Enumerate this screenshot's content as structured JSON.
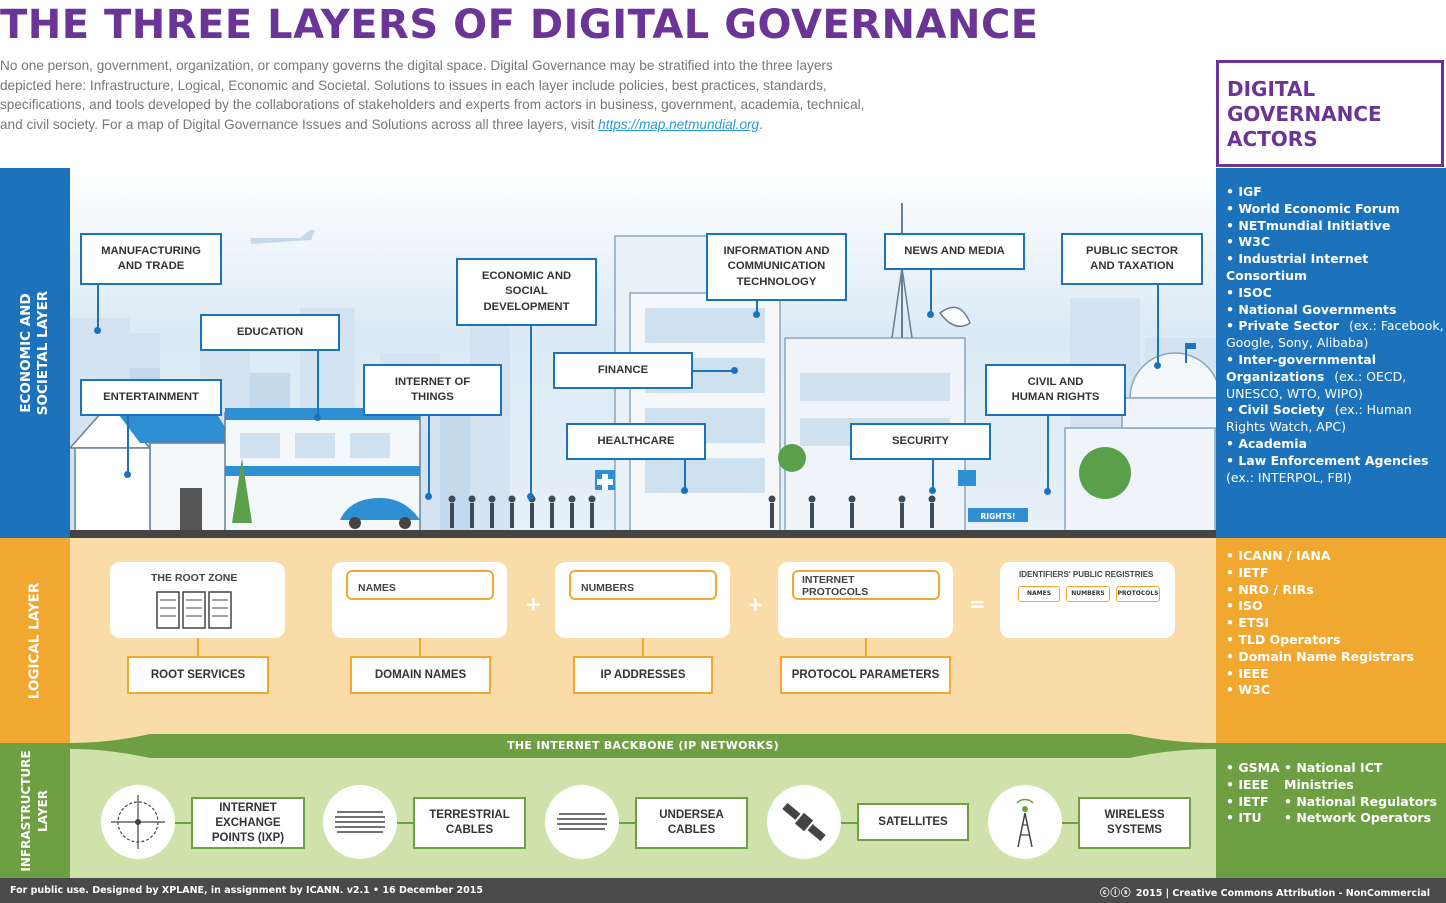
{
  "header": {
    "title": "THE THREE LAYERS OF DIGITAL GOVERNANCE",
    "intro": "No one person, government, organization, or company governs the digital space. Digital Governance may be stratified into the three layers depicted here: Infrastructure, Logical, Economic and Societal. Solutions to issues in each layer include policies, best practices, standards, specifications, and tools developed by the collaborations of stakeholders and experts from actors in business, government, academia, technical, and civil society. For a map of Digital Governance Issues and Solutions across all three layers, visit",
    "link": "https://map.netmundial.org",
    "link_suffix": "."
  },
  "actors_heading": [
    "DIGITAL",
    "GOVERNANCE",
    "ACTORS"
  ],
  "layers": {
    "economic": "ECONOMIC AND\nSOCIETAL LAYER",
    "logical": "LOGICAL LAYER",
    "infrastructure": "INFRASTRUCTURE\nLAYER"
  },
  "economic_boxes": [
    {
      "id": "manufacturing",
      "label": "MANUFACTURING\nAND TRADE"
    },
    {
      "id": "education",
      "label": "EDUCATION"
    },
    {
      "id": "entertainment",
      "label": "ENTERTAINMENT"
    },
    {
      "id": "iot",
      "label": "INTERNET OF\nTHINGS"
    },
    {
      "id": "econ-social",
      "label": "ECONOMIC AND\nSOCIAL\nDEVELOPMENT"
    },
    {
      "id": "finance",
      "label": "FINANCE"
    },
    {
      "id": "healthcare",
      "label": "HEALTHCARE"
    },
    {
      "id": "ict",
      "label": "INFORMATION AND\nCOMMUNICATION\nTECHNOLOGY"
    },
    {
      "id": "news",
      "label": "NEWS AND MEDIA"
    },
    {
      "id": "security",
      "label": "SECURITY"
    },
    {
      "id": "civil",
      "label": "CIVIL AND\nHUMAN RIGHTS"
    },
    {
      "id": "public-sector",
      "label": "PUBLIC SECTOR\nAND TAXATION"
    }
  ],
  "illustration_text": {
    "rights_sign": "RIGHTS!"
  },
  "economic_actors": [
    {
      "name": "IGF"
    },
    {
      "name": "World Economic Forum"
    },
    {
      "name": "NETmundial Initiative"
    },
    {
      "name": "W3C"
    },
    {
      "name": "Industrial Internet Consortium"
    },
    {
      "name": "ISOC"
    },
    {
      "name": "National Governments"
    },
    {
      "name": "Private Sector",
      "note": "(ex.: Facebook, Google, Sony, Alibaba)"
    },
    {
      "name": "Inter-governmental Organizations",
      "note": "(ex.: OECD, UNESCO, WTO, WIPO)"
    },
    {
      "name": "Civil Society",
      "note": "(ex.: Human Rights Watch, APC)"
    },
    {
      "name": "Academia"
    },
    {
      "name": "Law Enforcement Agencies",
      "note": "(ex.: INTERPOL, FBI)"
    }
  ],
  "logical_cards": [
    {
      "id": "root-zone",
      "caption": "THE ROOT ZONE"
    },
    {
      "id": "names",
      "caption": "NAMES"
    },
    {
      "id": "numbers",
      "caption": "NUMBERS"
    },
    {
      "id": "protocols",
      "caption": "INTERNET\nPROTOCOLS"
    },
    {
      "id": "registries",
      "caption": "IDENTIFIERS' PUBLIC REGISTRIES",
      "sub": [
        "NAMES",
        "NUMBERS",
        "PROTOCOLS"
      ]
    }
  ],
  "logical_operators": [
    "+",
    "+",
    "="
  ],
  "logical_boxes": [
    {
      "id": "root-services",
      "label": "ROOT SERVICES"
    },
    {
      "id": "domain-names",
      "label": "DOMAIN NAMES"
    },
    {
      "id": "ip-addresses",
      "label": "IP ADDRESSES"
    },
    {
      "id": "protocol-params",
      "label": "PROTOCOL PARAMETERS"
    }
  ],
  "logical_actors": [
    "ICANN / IANA",
    "IETF",
    "NRO / RIRs",
    "ISO",
    "ETSI",
    "TLD Operators",
    "Domain Name Registrars",
    "IEEE",
    "W3C"
  ],
  "backbone": "THE INTERNET BACKBONE (IP NETWORKS)",
  "infra_boxes": [
    {
      "id": "ixp",
      "label": "INTERNET\nEXCHANGE\nPOINTS (IXP)"
    },
    {
      "id": "terrestrial",
      "label": "TERRESTRIAL\nCABLES"
    },
    {
      "id": "undersea",
      "label": "UNDERSEA\nCABLES"
    },
    {
      "id": "satellites",
      "label": "SATELLITES"
    },
    {
      "id": "wireless",
      "label": "WIRELESS\nSYSTEMS"
    }
  ],
  "infra_actors_col1": [
    "GSMA",
    "IEEE",
    "IETF",
    "ITU"
  ],
  "infra_actors_col2": [
    "National ICT Ministries",
    "National Regulators",
    "Network Operators"
  ],
  "footer": {
    "left": "For public use. Designed by XPLANE, in assignment by ICANN. v2.1 • 16 December 2015",
    "right": "2015 | Creative Commons Attribution - NonCommercial"
  },
  "colors": {
    "purple": "#6a3597",
    "blue": "#1c73bb",
    "orange": "#f0a830",
    "green": "#6ea043",
    "footer": "#4a4a4a"
  }
}
